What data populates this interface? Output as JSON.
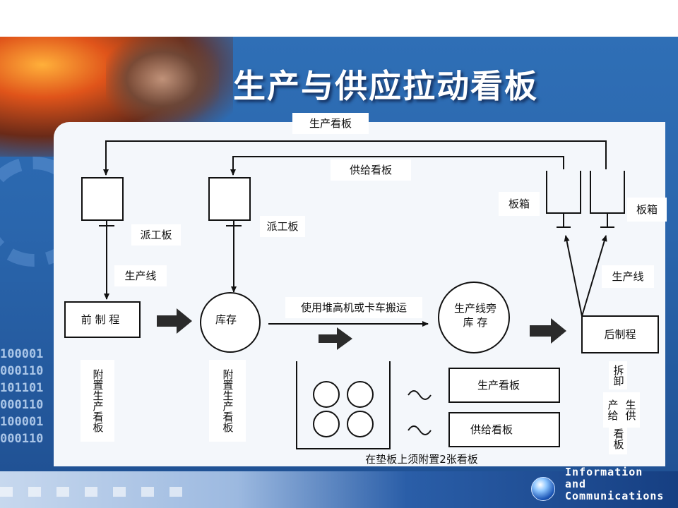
{
  "title": "生产与供应拉动看板",
  "labels": {
    "production_kanban_top": "生产看板",
    "supply_kanban_top": "供给看板",
    "dispatch_board_1": "派工板",
    "dispatch_board_2": "派工板",
    "bin_box_1": "板箱",
    "bin_box_2": "板箱",
    "production_line_left": "生产线",
    "production_line_right": "生产线",
    "transport_note": "使用堆高机或卡车搬运",
    "pallet_note": "在垫板上须附置2张看板",
    "legend_production": "生产看板",
    "legend_supply": "供给看板"
  },
  "nodes": {
    "pre_process": "前 制 程",
    "inventory": "库存",
    "line_side_inventory_1": "生产线旁",
    "line_side_inventory_2": "库 存",
    "post_process": "后制程"
  },
  "vertical_notes": {
    "attached_production_kanban_1": "附置生产看板",
    "attached_production_kanban_2": "附置生产看板",
    "remove_1": "拆卸",
    "remove_2": "生供",
    "remove_3": "产给",
    "remove_4": "看板"
  },
  "footer": {
    "brand_line_1": "Information and",
    "brand_line_2": "Communications"
  },
  "binary_rows": [
    "100001",
    "000110",
    "101101",
    "000110",
    "100001",
    "000110"
  ],
  "colors": {
    "accent": "#2a66ad",
    "arrow_fill": "#2b2b2b",
    "panel": "#f4f7fb"
  }
}
